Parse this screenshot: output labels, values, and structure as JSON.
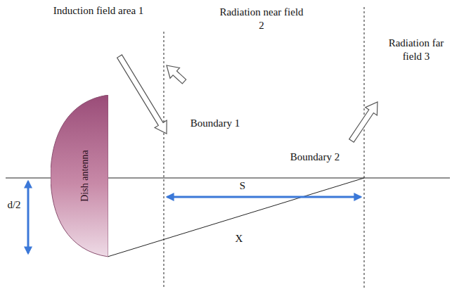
{
  "diagram": {
    "nodes": [
      {
        "text": [
          "Dish antenna"
        ]
      }
    ],
    "labels": [
      "Induction field area 1",
      "Radiation near field 2",
      "Radiation far field 3",
      "Boundary 1",
      "Boundary 2",
      "S",
      "X",
      "d/2"
    ]
  }
}
